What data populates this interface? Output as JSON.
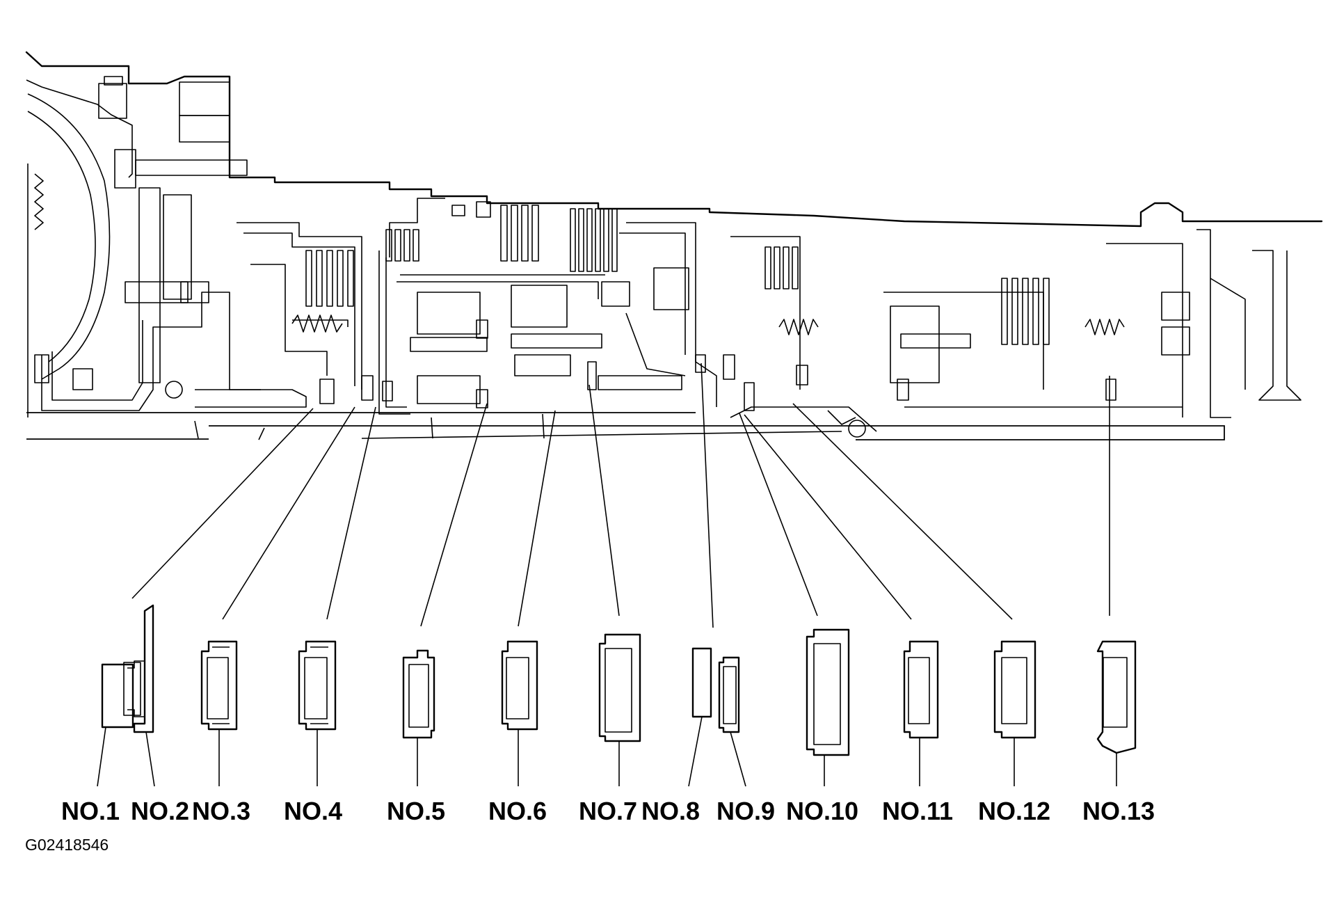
{
  "figure_id": "G02418546",
  "bearings": [
    {
      "label": "NO.1",
      "part": "bearing-race-block"
    },
    {
      "label": "NO.2",
      "part": "thrust-washer-flanged"
    },
    {
      "label": "NO.3",
      "part": "thrust-bearing"
    },
    {
      "label": "NO.4",
      "part": "thrust-bearing"
    },
    {
      "label": "NO.5",
      "part": "thrust-bearing"
    },
    {
      "label": "NO.6",
      "part": "thrust-bearing"
    },
    {
      "label": "NO.7",
      "part": "thrust-bearing"
    },
    {
      "label": "NO.8",
      "part": "bearing-race-block"
    },
    {
      "label": "NO.9",
      "part": "thrust-bearing"
    },
    {
      "label": "NO.10",
      "part": "thrust-bearing"
    },
    {
      "label": "NO.11",
      "part": "thrust-bearing"
    },
    {
      "label": "NO.12",
      "part": "thrust-bearing"
    },
    {
      "label": "NO.13",
      "part": "thrust-bearing"
    }
  ]
}
